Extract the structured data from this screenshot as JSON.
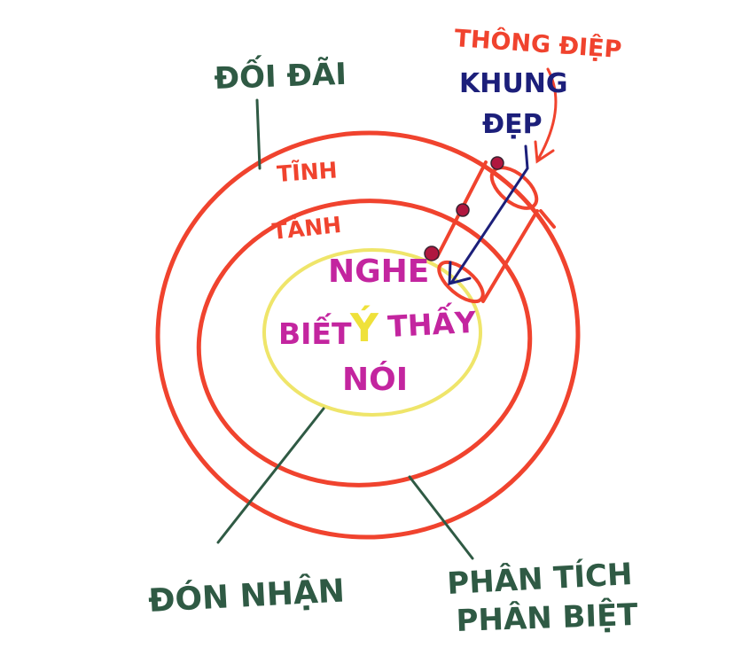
{
  "labels": {
    "doi_dai": "ĐỐI ĐÃI",
    "thong_diep": "THÔNG ĐIỆP",
    "khung": "KHUNG",
    "dep": "ĐẸP",
    "tinh_outer": "TĨNH",
    "tanh_inner": "TẢNH",
    "nghe": "NGHE",
    "biet": "BIẾT",
    "y": "Ý",
    "thay": "THẤY",
    "noi": "NÓI",
    "don_nhan": "ĐÓN NHẬN",
    "phan_tich": "PHÂN TÍCH",
    "phan_biet": "PHÂN BIỆT"
  },
  "colors": {
    "outer_ring": "#f0432e",
    "inner_ring": "#f0432e",
    "core_ring": "#efe56a",
    "label_green": "#2f5a44",
    "label_red": "#f0432e",
    "label_navy": "#1c1f7a",
    "label_magenta": "#c3259f",
    "dot": "#b0173f"
  }
}
